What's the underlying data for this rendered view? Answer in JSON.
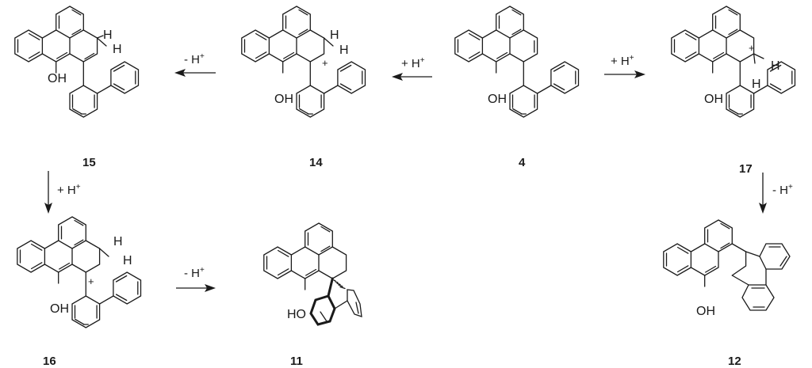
{
  "scheme": {
    "compounds": [
      {
        "id": "15",
        "label": "15",
        "oh": "OH",
        "h_labels": [
          "H",
          "H"
        ]
      },
      {
        "id": "14",
        "label": "14",
        "oh": "OH",
        "h_labels": [
          "H",
          "H"
        ],
        "charge": "+"
      },
      {
        "id": "4",
        "label": "4",
        "oh": "OH"
      },
      {
        "id": "17",
        "label": "17",
        "oh": "OH",
        "h_labels": [
          "H",
          "H"
        ],
        "charge": "+"
      },
      {
        "id": "16",
        "label": "16",
        "oh": "OH",
        "h_labels": [
          "H",
          "H"
        ],
        "charge": "+"
      },
      {
        "id": "11",
        "label": "11",
        "oh": "HO"
      },
      {
        "id": "12",
        "label": "12",
        "oh": "OH"
      }
    ],
    "arrows": [
      {
        "from": "14",
        "to": "15",
        "condition": "- H",
        "sup": "+"
      },
      {
        "from": "4",
        "to": "14",
        "condition": "+ H",
        "sup": "+"
      },
      {
        "from": "4",
        "to": "17",
        "condition": "+ H",
        "sup": "+"
      },
      {
        "from": "15",
        "to": "16",
        "condition": "+ H",
        "sup": "+"
      },
      {
        "from": "17",
        "to": "12",
        "condition": "- H",
        "sup": "+"
      },
      {
        "from": "16",
        "to": "11",
        "condition": "- H",
        "sup": "+"
      }
    ]
  }
}
